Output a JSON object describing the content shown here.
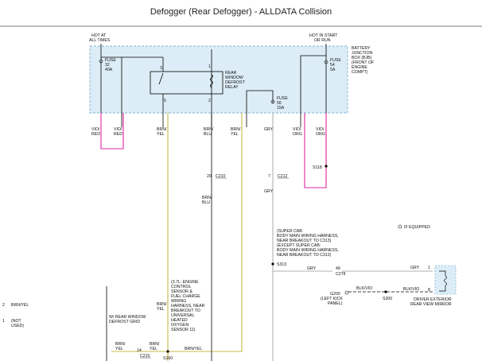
{
  "title": "Defogger (Rear Defogger) - ALLDATA Collision",
  "colors": {
    "bjb_fill": "#dcedf7",
    "bjb_border": "#5aa0c8",
    "wire_pink": "#e0259f",
    "wire_olive": "#c8b84a",
    "wire_gray": "#b0b0b0",
    "wire_black": "#000000",
    "page_bg": "#ffffff"
  },
  "labels": {
    "hot_at_all_times": [
      "HOT AT",
      "ALL TIMES"
    ],
    "hot_in_start": [
      "HOT IN START",
      "OR RUN"
    ],
    "bjb": [
      "BATTERY",
      "JUNCTION",
      "BOX (BJB)",
      "(FRONT OF",
      "ENGINE",
      "COMPT)"
    ],
    "fuse32": [
      "FUSE",
      "32",
      "40A"
    ],
    "fuse54": [
      "FUSE",
      "54",
      "5A"
    ],
    "fuse56": [
      "FUSE",
      "56",
      "15A"
    ],
    "relay": [
      "REAR",
      "WINDOW",
      "DEFROST",
      "RELAY"
    ],
    "pin3": "3",
    "pin1": "1",
    "pin5": "5",
    "pin2": "2",
    "wire_vio_red_1": [
      "VIO/",
      "RED"
    ],
    "wire_vio_red_2": [
      "VIO/",
      "RED"
    ],
    "wire_brn_yel_1": [
      "BRN/",
      "YEL"
    ],
    "wire_brn_blu": [
      "BRN/",
      "BLU"
    ],
    "wire_brn_yel_2": [
      "BRN/",
      "YEL"
    ],
    "wire_gry_top": "GRY",
    "wire_vio_org_1": [
      "VIO/",
      "ORG"
    ],
    "wire_vio_org_2": [
      "VIO/",
      "ORG"
    ],
    "s118": "S118",
    "c210_pin": "20",
    "c210": "C210",
    "c212_pin": "7",
    "c212": "C212",
    "wire_gry_mid": "GRY",
    "wire_brn_blu_2": [
      "BRN/",
      "BLU"
    ],
    "if_equipped": "IF EQUIPPED",
    "supercab_note": [
      "(SUPER CAB:",
      "BODY MAIN WIRING HARNESS,",
      "NEAR BREAKOUT TO C313)",
      "(EXCEPT SUPER CAB:",
      "BODY MAIN WIRING HARNESS,",
      "NEAR BREAKOUT TO C312)"
    ],
    "s313": "S313",
    "wire_gry_c278": "GRY",
    "c278_pin": "49",
    "c278": "C278",
    "mirror_gry": "GRY",
    "mirror_pin1": "1",
    "mirror_blkvio": "BLK/VIO",
    "mirror_pin8": "8",
    "mirror_label": [
      "DRIVER EXTERIOR",
      "REAR VIEW MIRROR"
    ],
    "g200": "G200",
    "g200_desc": [
      "(LEFT KICK",
      "PANEL)"
    ],
    "blk_vio_g": "BLK/VIO",
    "s300": "S300",
    "engine_note": [
      "(3.7L: ENGINE",
      "CONTROL",
      "SENSOR &",
      "FUEL CHARGE",
      "WIRING",
      "HARNESS, NEAR",
      "BREAKOUT TO",
      "UNIVERSAL",
      "HEATED",
      "OXYGEN",
      "SENSOR 11)"
    ],
    "wire_brn_yel_left": [
      "BRN/",
      "YEL"
    ],
    "left_pin2": "2",
    "left_brn_yel": "BRN/YEL",
    "left_pin1": "1",
    "left_not_used": [
      "(NOT",
      "USED)"
    ],
    "defrost_grid": [
      "W/ REAR WINDOW",
      "DEFROST GRID"
    ],
    "bottom_brn_yel": [
      "BRN/",
      "YEL"
    ],
    "c215_pin": "14",
    "c215": "C215",
    "bottom_brn_yel_2": [
      "BRN/",
      "YEL"
    ],
    "bottom_brn_yel_3": "BRN/YEL",
    "s160": "S160"
  }
}
